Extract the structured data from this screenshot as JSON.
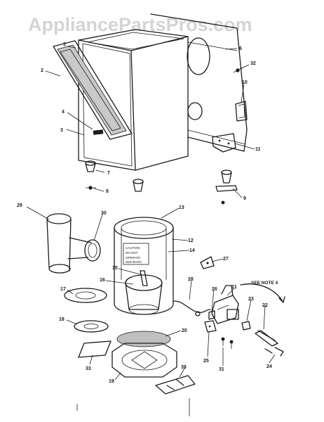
{
  "watermark": "AppliancePartsPros.com",
  "see_note": "SEE NOTE 4",
  "callouts": {
    "c1": "1",
    "c2": "2",
    "c3": "3",
    "c4": "4",
    "c6": "6",
    "c7": "7",
    "c8": "8",
    "c9": "9",
    "c10": "10",
    "c11": "11",
    "c12": "12",
    "c13": "13",
    "c14": "14",
    "c15": "15",
    "c16": "16",
    "c17": "17",
    "c18": "18",
    "c19": "19",
    "c20": "20",
    "c21": "21",
    "c22": "22",
    "c23": "23",
    "c24": "24",
    "c25": "25",
    "c26": "26",
    "c27": "27",
    "c28": "28",
    "c29": "29",
    "c30": "30",
    "c31": "31",
    "c32": "32",
    "c33": "33",
    "c35": "35"
  }
}
